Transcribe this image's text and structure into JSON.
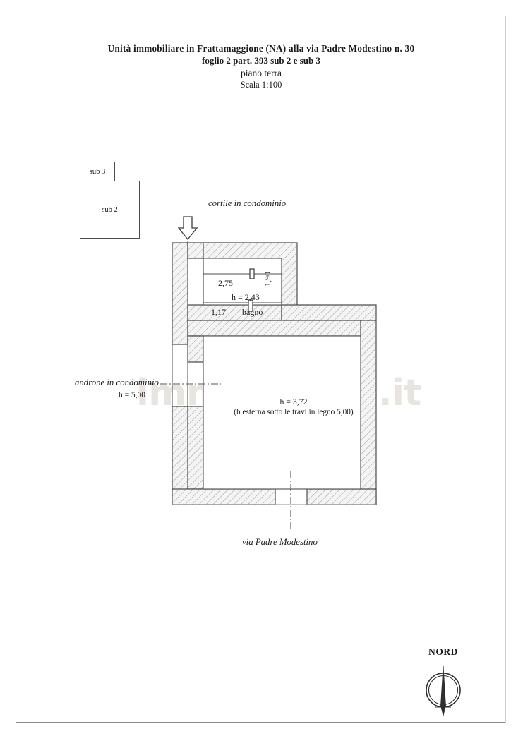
{
  "document": {
    "title_lines": {
      "line1": "Unità immobiliare in Frattamaggione (NA) alla via Padre Modestino n. 30",
      "line2": "foglio 2 part. 393 sub 2 e sub 3",
      "line3": "piano terra",
      "line4": "Scala 1:100"
    },
    "watermark": "immobiliare.it"
  },
  "sub_boxes": {
    "sub3_label": "sub 3",
    "sub2_label": "sub 2"
  },
  "labels": {
    "cortile": "cortile in condominio",
    "androne": "androne in condominio",
    "androne_height": "h = 5,00",
    "via": "via Padre Modestino"
  },
  "plan": {
    "dim_top_width": "2,75",
    "dim_bottom_width": "1,17",
    "dim_right_height": "1,90",
    "bathroom_height": "h = 2,43",
    "bathroom_label": "bagno",
    "main_height": "h = 3,72",
    "main_height_note": "(h esterna sotto le travi in legno 5,00)"
  },
  "compass": {
    "label": "NORD"
  },
  "colors": {
    "page_border": "#8a8a8a",
    "wall_outline": "#4d4d4d",
    "wall_hatch": "#9a9a9a",
    "wall_fill": "#f2f2f2",
    "text": "#1a1a1a",
    "watermark": "#e8e4df"
  }
}
